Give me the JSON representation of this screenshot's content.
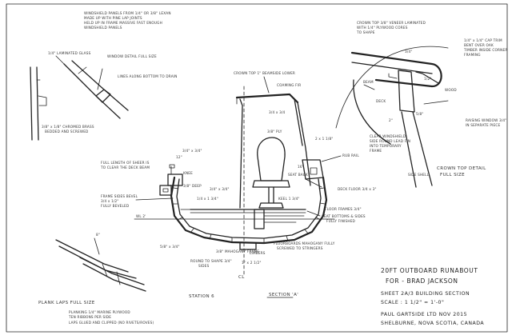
{
  "notes": {
    "top_left_1": "WINDSHIELD PANELS FROM 1/4\" OR 3/8\" LEXAN",
    "top_left_2": "MADE UP WITH PINE LAP JOINTS",
    "top_left_3": "HELD UP IN FRAME MASSIVE FAST ENOUGH",
    "top_left_4": "WINDSHIELD PANELS",
    "laminated_glass": "1/4\" LAMINATED GLASS",
    "window_detail": "WINDOW DETAIL FULL SIZE",
    "lines_along": "LINES ALONG BOTTOM TO DRAIN",
    "trim_note_1": "3/8\" x 1/8\" CHROMED BRASS",
    "trim_note_2": "BEDDED AND SCREWED",
    "crown_top": "CROWN TOP 1\" BEAMSIDE LOWER",
    "coaming": "COAMING FIR",
    "deck_2x2": "3/4 x 3/4",
    "deck_ply": "3/8\" PLY",
    "deck_joist": "2 x 1 1/8\"",
    "gunwale": "3/4\" x 3/4\"",
    "knee": "KNEE",
    "knee_2": "3/8\" DEEP",
    "seat_back": "SEAT BACK",
    "rub_rail": "RUB RAIL",
    "deck_floor": "DECK FLOOR 3/4 x 3\"",
    "station_keel": "1/4 x 1 3/4\"",
    "keel_1": "KEEL 1 3/4\"",
    "floor_frames": "FLOOR FRAMES 3/4\"",
    "self_bailing_1": "SEAT BOTTOMS & SIDES",
    "self_bailing_2": "FULLY FINISHED",
    "fixed_note_1": "FULL LENGTH OF SHEER IS",
    "fixed_note_2": "TO CLEAR THE DECK BEAM",
    "frame_sides_1": "FRAME SIDES BEVEL",
    "frame_sides_2": "3/4 x 1/2\"",
    "frame_sides_3": "FULLY BEVELED",
    "batten_1": "FLOORBOARDS MAHOGANY FULLY",
    "batten_2": "SCREWED TO STRINGERS",
    "round_frames_1": "ROUND TO SHAPE 3/4\"",
    "round_frames_2": "SIDES",
    "keel_bottom": "3/4\" x 3/4\"",
    "bilge": "LIMBERS",
    "chine": "1\" x 2 1/2\"",
    "ribs_1": "5/8\" x 3/4\"",
    "ribs_2": "3/8\" MAHOGANY FRAME",
    "top_right_1": "CROWN TOP 3/8\" VENEER LAMINATED",
    "top_right_2": "WITH 1/4\" PLYWOOD CORES",
    "top_right_3": "TO SHAPE",
    "rr_1": "1/4\" x 1/4\" CAP TRIM",
    "rr_2": "BENT OVER OAK",
    "rr_3": "TIMBER INSIDE CORNER",
    "rr_4": "FRAMING",
    "rr_5": "RAISING WINDOW 3/4\"",
    "rr_6": "IN SEPARATE PIECE",
    "rr_7": "CLEAR WINDSHIELD",
    "rr_8": "SIDE ROUND LEAD FIN",
    "rr_9": "INTO TEMPORARY",
    "rr_10": "FRAME",
    "rr_11": "SIDE SHELL",
    "crown_detail_1": "CROWN TOP DETAIL",
    "crown_detail_2": "FULL SIZE",
    "dim_3_4": "3/4\"",
    "dim_1_2": "1/2\"",
    "dim_2": "2\"",
    "beam": "BEAM",
    "deck": "DECK",
    "wood": "WOOD",
    "dim_5_8": "5/8\"",
    "plank_laps_1": "PLANK LAPS FULL SIZE",
    "plank_laps_2": "PLANKING 1/4\" MARINE PLYWOOD",
    "plank_laps_3": "TEN RIBBONS PER SIDE",
    "plank_laps_4": "LAPS GLUED AND CLIPPED (NO RIVETS/ROVES)",
    "station_6": "STATION 6",
    "section_a": "SECTION 'A'",
    "cl": "CL",
    "dim_12": "12\"",
    "dim_16": "16\"",
    "scale_mark": "8\"",
    "lwl": "WL 2'"
  },
  "title_block": {
    "line1": "20FT OUTBOARD RUNABOUT",
    "line2": "FOR - BRAD JACKSON",
    "line3": "SHEET 2A/3 BUILDING SECTION",
    "line4": "SCALE : 1 1/2\" = 1'-0\"",
    "line5": "PAUL GARTSIDE LTD  NOV 2015",
    "line6": "SHELBURNE, NOVA SCOTIA, CANADA"
  }
}
